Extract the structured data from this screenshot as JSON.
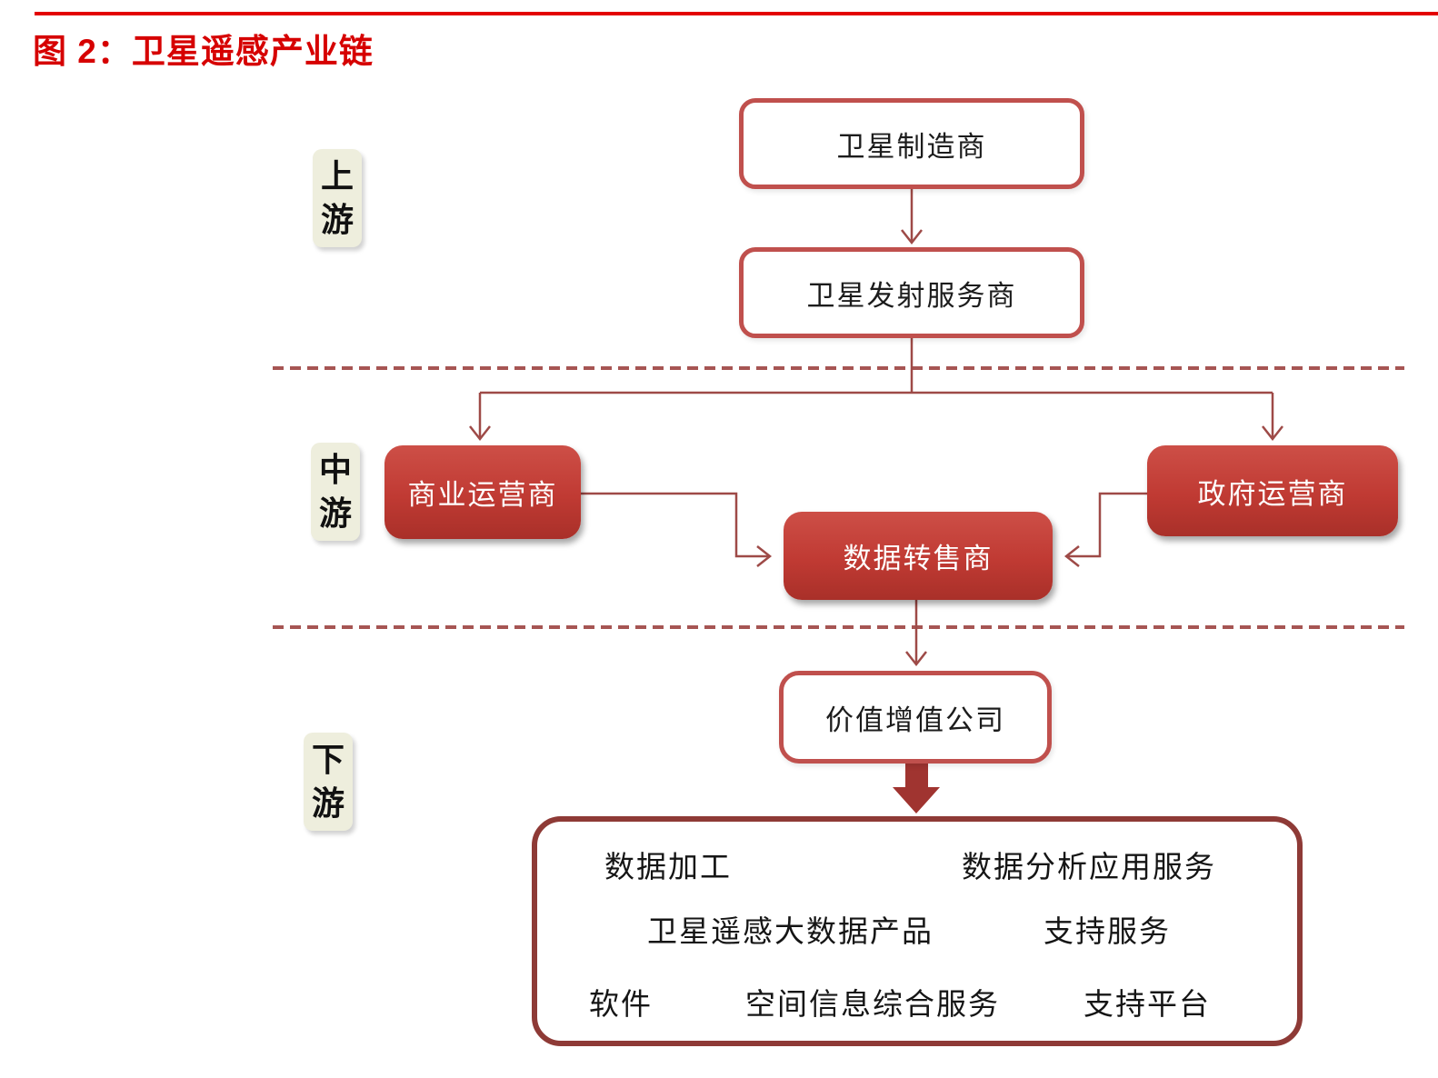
{
  "figure": {
    "title": "图 2：卫星遥感产业链"
  },
  "stages": [
    {
      "id": "upstream",
      "label": "上游"
    },
    {
      "id": "midstream",
      "label": "中游"
    },
    {
      "id": "downstream",
      "label": "下游"
    }
  ],
  "nodes": {
    "satellite_manufacturer": {
      "label": "卫星制造商"
    },
    "launch_service_provider": {
      "label": "卫星发射服务商"
    },
    "commercial_operator": {
      "label": "商业运营商"
    },
    "government_operator": {
      "label": "政府运营商"
    },
    "data_reseller": {
      "label": "数据转售商"
    },
    "value_added_company": {
      "label": "价值增值公司"
    }
  },
  "downstream_services": {
    "items": [
      "数据加工",
      "数据分析应用服务",
      "卫星遥感大数据产品",
      "支持服务",
      "软件",
      "空间信息综合服务",
      "支持平台"
    ]
  },
  "colors": {
    "accent_red": "#d60000",
    "top_rule_red": "#e30000",
    "outline_box_border": "#c0504d",
    "filled_box_red": "#c03a33",
    "connector": "#9e4a47",
    "dashed_divider": "#a65553",
    "big_box_border": "#8e3a36",
    "thick_arrow": "#a03430",
    "stage_label_bg": "#eeeedd"
  }
}
